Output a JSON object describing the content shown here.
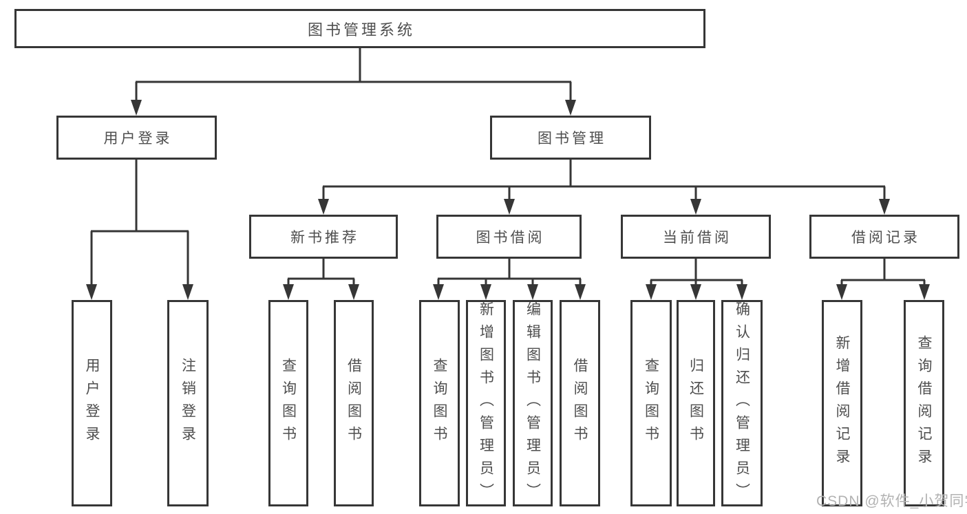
{
  "diagram": {
    "title": {
      "label": "图书管理系统"
    },
    "branches": {
      "user_login": {
        "label": "用户登录",
        "children": [
          {
            "label": "用户登录"
          },
          {
            "label": "注销登录"
          }
        ]
      },
      "book_mgmt": {
        "label": "图书管理",
        "modules": [
          {
            "label": "新书推荐",
            "children": [
              {
                "label": "查询图书"
              },
              {
                "label": "借阅图书"
              }
            ]
          },
          {
            "label": "图书借阅",
            "children": [
              {
                "label": "查询图书"
              },
              {
                "label": "新增图书（管理员）"
              },
              {
                "label": "编辑图书（管理员）"
              },
              {
                "label": "借阅图书"
              }
            ]
          },
          {
            "label": "当前借阅",
            "children": [
              {
                "label": "查询图书"
              },
              {
                "label": "归还图书"
              },
              {
                "label": "确认归还（管理员）"
              }
            ]
          },
          {
            "label": "借阅记录",
            "children": [
              {
                "label": "新增借阅记录"
              },
              {
                "label": "查询借阅记录"
              }
            ]
          }
        ]
      }
    },
    "watermark": "CSDN @软件_小贺同学",
    "colors": {
      "line": "#363636",
      "text": "#4e4e4e",
      "watermark": "#b2b2b2",
      "background": "#ffffff"
    }
  }
}
